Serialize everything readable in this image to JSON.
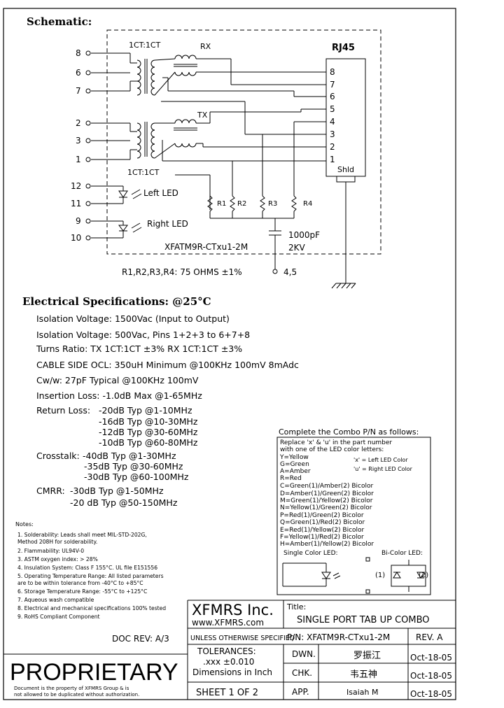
{
  "schematic": {
    "title": "Schematic:",
    "rj45_label": "RJ45",
    "rx_label": "RX",
    "tx_label": "TX",
    "ct_top": "1CT:1CT",
    "ct_bottom": "1CT:1CT",
    "left_pins": [
      "8",
      "6",
      "7",
      "2",
      "3",
      "1",
      "12",
      "11",
      "9",
      "10"
    ],
    "rj45_pins": [
      "8",
      "7",
      "6",
      "5",
      "4",
      "3",
      "2",
      "1"
    ],
    "shield_label": "Shld",
    "resistors": [
      "R1",
      "R2",
      "R3",
      "R4"
    ],
    "left_led_label": "Left LED",
    "right_led_label": "Right LED",
    "cap_value": "1000pF",
    "cap_voltage": "2KV",
    "part_in_box": "XFATM9R-CTxu1-2M",
    "resistor_note": "R1,R2,R3,R4: 75 OHMS ±1%",
    "ground_pins": "4,5"
  },
  "electrical": {
    "title": "Electrical Specifications: @25°C",
    "lines": [
      "Isolation Voltage:  1500Vac (Input to Output)",
      "Isolation Voltage:  500Vac, Pins 1+2+3 to 6+7+8",
      "Turns Ratio: TX 1CT:1CT ±3% RX 1CT:1CT ±3%",
      "CABLE SIDE OCL: 350uH Minimum @100KHz 100mV 8mAdc",
      "Cw/w: 27pF Typical @100KHz 100mV",
      "Insertion Loss: -1.0dB Max @1-65MHz"
    ],
    "return_loss_label": "Return Loss:",
    "return_loss": [
      "-20dB Typ @1-10MHz",
      "-16dB Typ @10-30MHz",
      "-12dB Typ @30-60MHz",
      "-10dB Typ @60-80MHz"
    ],
    "crosstalk_label": "Crosstalk:",
    "crosstalk": [
      "-40dB Typ @1-30MHz",
      "-35dB Typ @30-60MHz",
      "-30dB Typ @60-100MHz"
    ],
    "cmrr_label": "CMRR:",
    "cmrr": [
      "-30dB Typ @1-50MHz",
      "-20 dB Typ @50-150MHz"
    ]
  },
  "notes": {
    "title": "Notes:",
    "items": [
      "1. Solderability: Leads shall meet MIL-STD-202G,",
      "    Method 208H for solderability.",
      "2. Flammability: UL94V-0",
      "3. ASTM oxygen index: > 28%",
      "4. Insulation System: Class F 155°C. UL file E151556",
      "5. Operating Temperature Range: All listed parameters",
      "    are to be within tolerance from -40°C to +85°C",
      "6. Storage Temperature Range: -55°C to +125°C",
      "7. Aqueous wash compatible",
      "8. Electrical and mechanical specifications 100% tested",
      "9. RoHS Compliant Component"
    ]
  },
  "combo": {
    "title": "Complete the Combo P/N as follows:",
    "intro": [
      "Replace 'x' & 'u' in the part number",
      "with one of the LED color letters:"
    ],
    "colors": [
      "Y=Yellow",
      "G=Green",
      "A=Amber",
      "R=Red"
    ],
    "legend": [
      "'x' = Left LED Color",
      "'u' = Right LED Color"
    ],
    "bicolors": [
      "C=Green(1)/Amber(2) Bicolor",
      "D=Amber(1)/Green(2) Bicolor",
      "M=Green(1)/Yellow(2) Bicolor",
      "N=Yellow(1)/Green(2) Bicolor",
      "P=Red(1)/Green(2) Bicolor",
      "Q=Green(1)/Red(2) Bicolor",
      "E=Red(1)/Yellow(2) Bicolor",
      "F=Yellow(1)/Red(2) Bicolor",
      "H=Amber(1)/Yellow(2) Bicolor"
    ],
    "single_led": "Single Color LED:",
    "bi_led": "Bi-Color LED:",
    "bi_1": "(1)",
    "bi_2": "(2)"
  },
  "title_block": {
    "company": "XFMRS Inc.",
    "website": "www.XFMRS.com",
    "title_label": "Title:",
    "title": "SINGLE PORT TAB UP COMBO",
    "doc_rev": "DOC REV: A/3",
    "unless": "UNLESS OTHERWISE SPECIFIED",
    "pn": "P/N: XFATM9R-CTxu1-2M",
    "rev": "REV. A",
    "tolerances": "TOLERANCES:",
    "tol_value": ".xxx ±0.010",
    "dimensions": "Dimensions in Inch",
    "dwn": "DWN.",
    "chk": "CHK.",
    "app": "APP.",
    "dwn_name": "罗振江",
    "chk_name": "韦五神",
    "app_name": "Isaiah M",
    "date1": "Oct-18-05",
    "date2": "Oct-18-05",
    "date3": "Oct-18-05",
    "sheet": "SHEET 1 OF 2",
    "proprietary": "PROPRIETARY",
    "prop_note1": "Document is the property of XFMRS Group & is",
    "prop_note2": "not allowed to be duplicated without authorization."
  }
}
